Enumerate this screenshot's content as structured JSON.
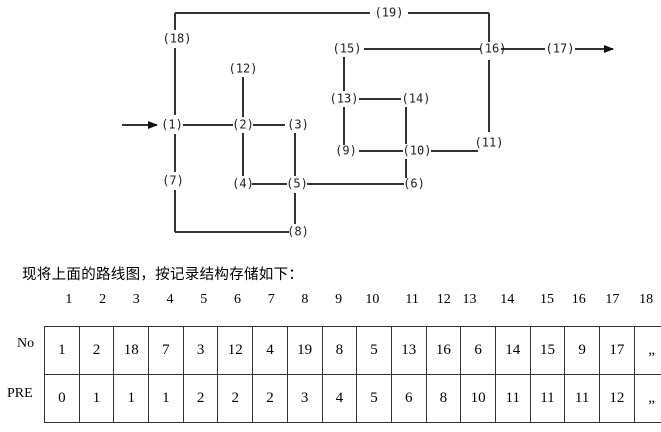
{
  "diagram": {
    "nodes": [
      {
        "id": 1,
        "label": "(1)"
      },
      {
        "id": 2,
        "label": "(2)"
      },
      {
        "id": 3,
        "label": "(3)"
      },
      {
        "id": 4,
        "label": "(4)"
      },
      {
        "id": 5,
        "label": "(5)"
      },
      {
        "id": 6,
        "label": "(6)"
      },
      {
        "id": 7,
        "label": "(7)"
      },
      {
        "id": 8,
        "label": "(8)"
      },
      {
        "id": 9,
        "label": "(9)"
      },
      {
        "id": 10,
        "label": "(10)"
      },
      {
        "id": 11,
        "label": "(11)"
      },
      {
        "id": 12,
        "label": "(12)"
      },
      {
        "id": 13,
        "label": "(13)"
      },
      {
        "id": 14,
        "label": "(14)"
      },
      {
        "id": 15,
        "label": "(15)"
      },
      {
        "id": 16,
        "label": "(16)"
      },
      {
        "id": 17,
        "label": "(17)"
      },
      {
        "id": 18,
        "label": "(18)"
      },
      {
        "id": 19,
        "label": "(19)"
      }
    ],
    "entry_node": 1,
    "exit_node": 17
  },
  "caption": "现将上面的路线图，按记录结构存储如下：",
  "table": {
    "indices": [
      "1",
      "2",
      "3",
      "4",
      "5",
      "6",
      "7",
      "8",
      "9",
      "10",
      "11",
      "12",
      "13",
      "14",
      "15",
      "16",
      "17",
      "18"
    ],
    "rows": [
      {
        "label": "No",
        "values": [
          "1",
          "2",
          "18",
          "7",
          "3",
          "12",
          "4",
          "19",
          "8",
          "5",
          "13",
          "16",
          "6",
          "14",
          "15",
          "9",
          "17",
          "„"
        ]
      },
      {
        "label": "PRE",
        "values": [
          "0",
          "1",
          "1",
          "1",
          "2",
          "2",
          "2",
          "3",
          "4",
          "5",
          "6",
          "8",
          "10",
          "11",
          "11",
          "11",
          "12",
          "„"
        ]
      }
    ]
  }
}
